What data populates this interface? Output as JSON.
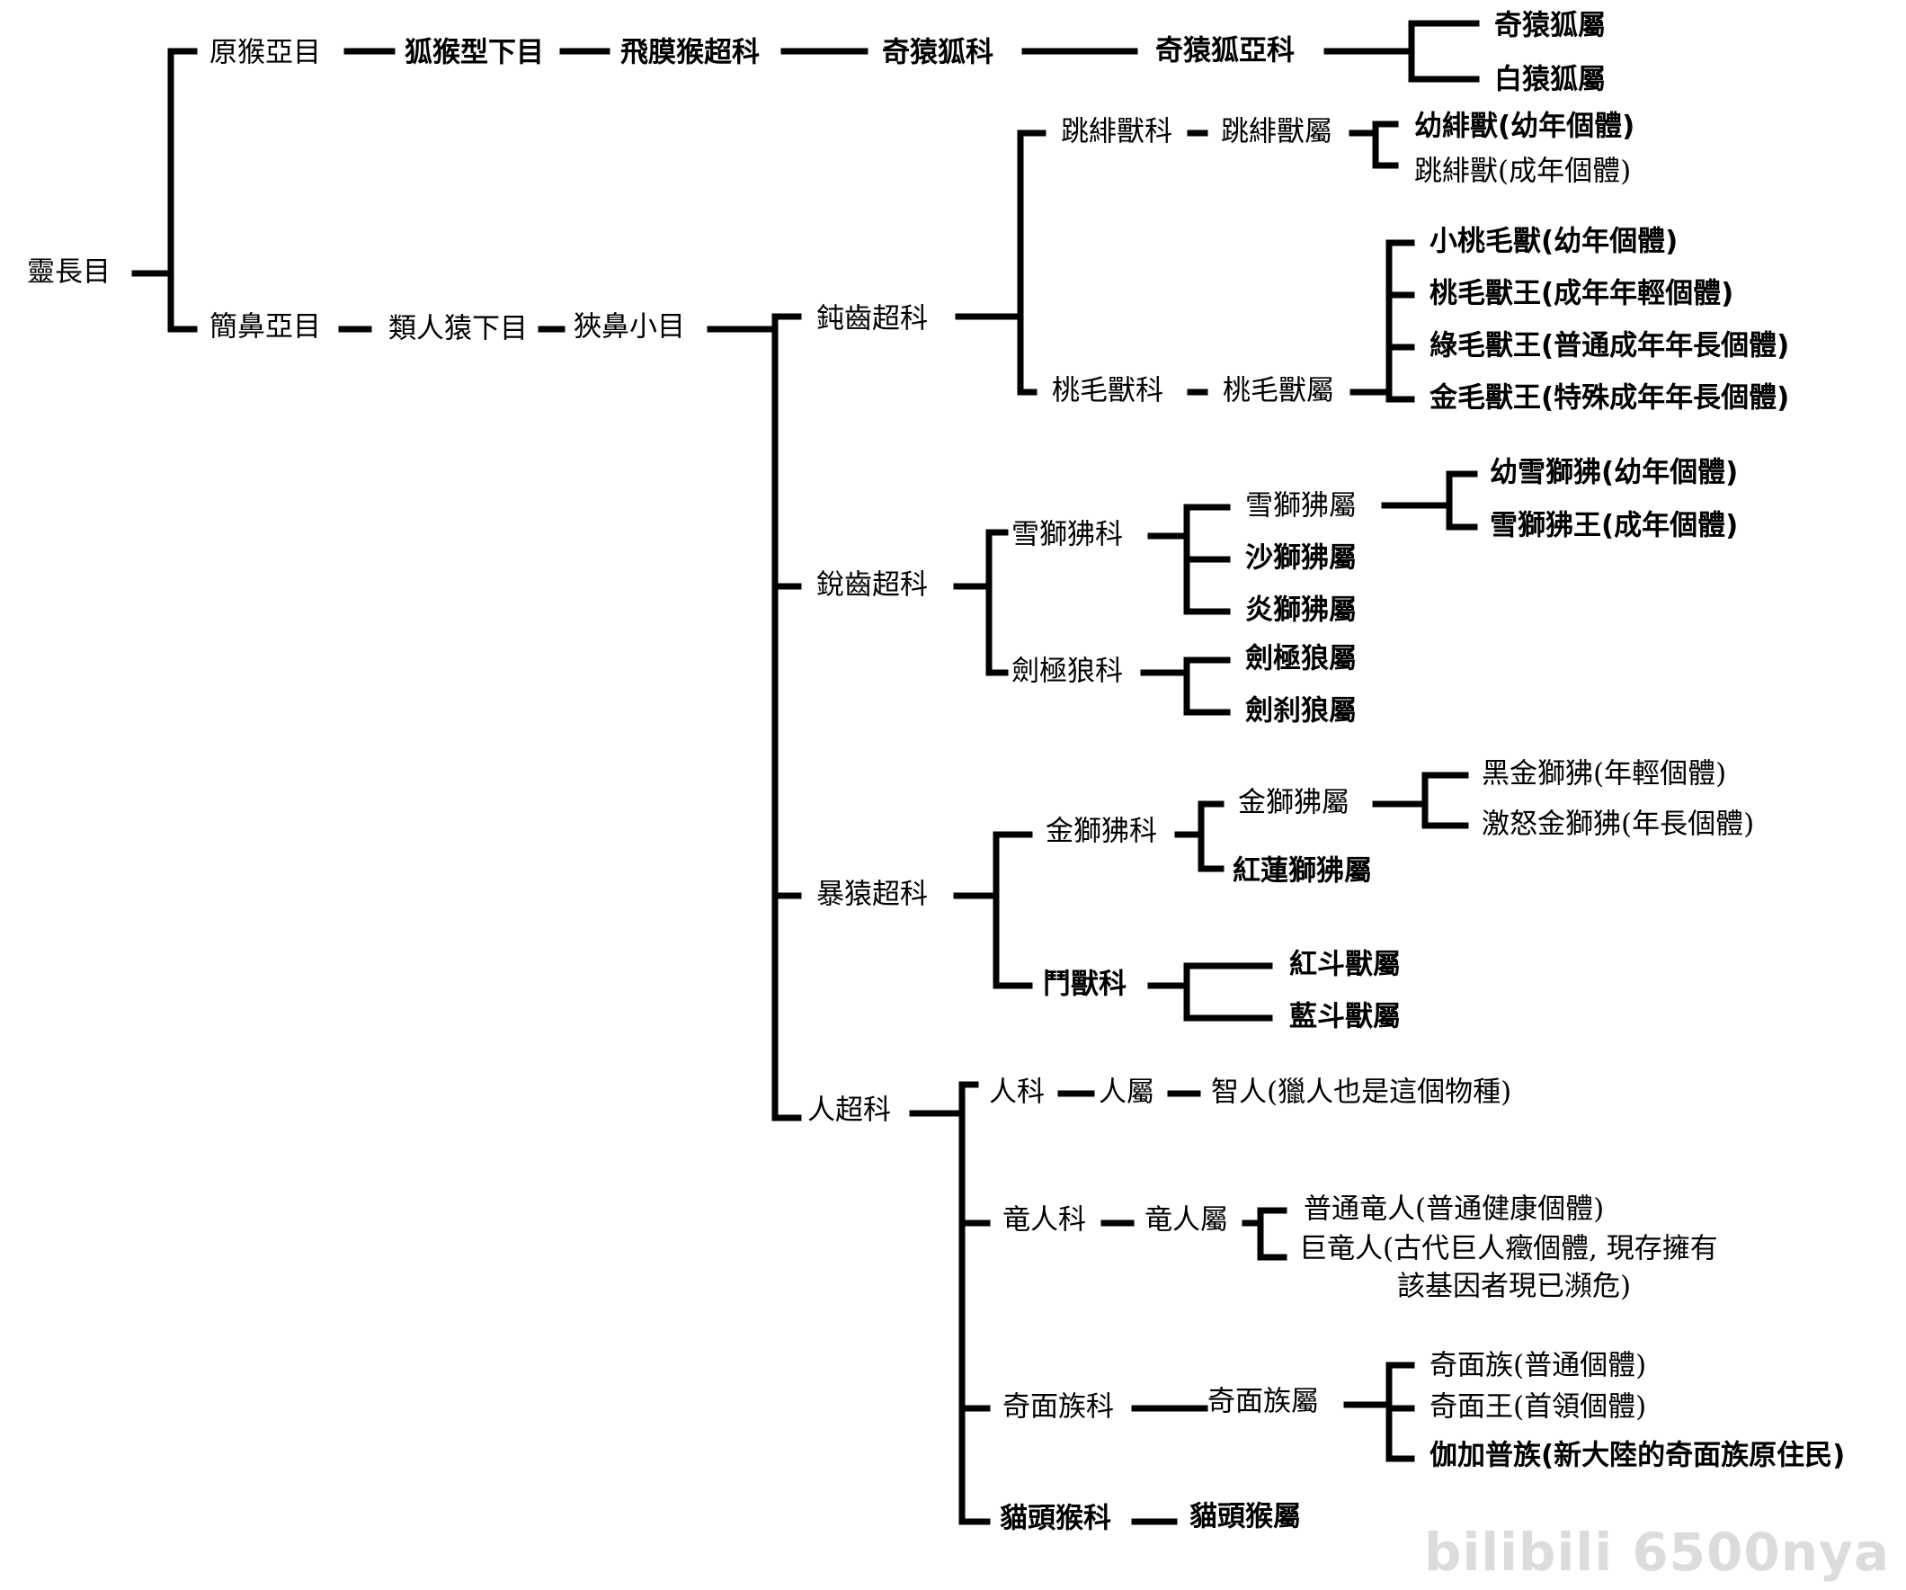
{
  "nodes": [
    {
      "id": "root",
      "label": "靈長目",
      "bold": false
    },
    {
      "id": "n_yuanhou",
      "label": "原猴亞目",
      "bold": false
    },
    {
      "id": "n_huhou",
      "label": "狐猴型下目",
      "bold": true
    },
    {
      "id": "n_feimo",
      "label": "飛膜猴超科",
      "bold": true
    },
    {
      "id": "n_qiyuanhu_ke",
      "label": "奇猿狐科",
      "bold": true
    },
    {
      "id": "n_qiyuanhu_yake",
      "label": "奇猿狐亞科",
      "bold": true
    },
    {
      "id": "n_qiyuanhu_shu",
      "label": "奇猿狐屬",
      "bold": true
    },
    {
      "id": "n_baiyuanhu_shu",
      "label": "白猿狐屬",
      "bold": true
    },
    {
      "id": "n_jianbi",
      "label": "簡鼻亞目",
      "bold": false
    },
    {
      "id": "n_leirenyuan",
      "label": "類人猿下目",
      "bold": false
    },
    {
      "id": "n_xiabi",
      "label": "狹鼻小目",
      "bold": false
    },
    {
      "id": "n_dunchi",
      "label": "鈍齒超科",
      "bold": false
    },
    {
      "id": "n_tiaofei_ke",
      "label": "跳緋獸科",
      "bold": false
    },
    {
      "id": "n_tiaofei_shu",
      "label": "跳緋獸屬",
      "bold": false
    },
    {
      "id": "n_youfei",
      "label": "幼緋獸(幼年個體)",
      "bold": true
    },
    {
      "id": "n_tiaofei_adult",
      "label": "跳緋獸(成年個體)",
      "bold": false
    },
    {
      "id": "n_taomao_ke",
      "label": "桃毛獸科",
      "bold": false
    },
    {
      "id": "n_taomao_shu",
      "label": "桃毛獸屬",
      "bold": false
    },
    {
      "id": "n_xiaotaomao",
      "label": "小桃毛獸(幼年個體)",
      "bold": true
    },
    {
      "id": "n_taomaowang",
      "label": "桃毛獸王(成年年輕個體)",
      "bold": true
    },
    {
      "id": "n_lvmaowang",
      "label": "綠毛獸王(普通成年年長個體)",
      "bold": true
    },
    {
      "id": "n_jinmaowang",
      "label": "金毛獸王(特殊成年年長個體)",
      "bold": true
    },
    {
      "id": "n_ruichi",
      "label": "銳齒超科",
      "bold": false
    },
    {
      "id": "n_xueshi_ke",
      "label": "雪獅狒科",
      "bold": false
    },
    {
      "id": "n_xueshi_shu",
      "label": "雪獅狒屬",
      "bold": false
    },
    {
      "id": "n_youxueshi",
      "label": "幼雪獅狒(幼年個體)",
      "bold": true
    },
    {
      "id": "n_xueshiwang",
      "label": "雪獅狒王(成年個體)",
      "bold": true
    },
    {
      "id": "n_shashi_shu",
      "label": "沙獅狒屬",
      "bold": true
    },
    {
      "id": "n_yanshi_shu",
      "label": "炎獅狒屬",
      "bold": true
    },
    {
      "id": "n_jianjilang_ke",
      "label": "劍極狼科",
      "bold": false
    },
    {
      "id": "n_jianjilang_shu",
      "label": "劍極狼屬",
      "bold": true
    },
    {
      "id": "n_jianshalang_shu",
      "label": "劍刹狼屬",
      "bold": true
    },
    {
      "id": "n_baoyuan",
      "label": "暴猿超科",
      "bold": false
    },
    {
      "id": "n_jinshi_ke",
      "label": "金獅狒科",
      "bold": false
    },
    {
      "id": "n_jinshi_shu",
      "label": "金獅狒屬",
      "bold": false
    },
    {
      "id": "n_heijinshi",
      "label": "黑金獅狒(年輕個體)",
      "bold": false
    },
    {
      "id": "n_jinujinshi",
      "label": "激怒金獅狒(年長個體)",
      "bold": false
    },
    {
      "id": "n_honglian_shu",
      "label": "紅蓮獅狒屬",
      "bold": true
    },
    {
      "id": "n_doushou_ke",
      "label": "鬥獸科",
      "bold": true
    },
    {
      "id": "n_hongdou_shu",
      "label": "紅斗獸屬",
      "bold": true
    },
    {
      "id": "n_landou_shu",
      "label": "藍斗獸屬",
      "bold": true
    },
    {
      "id": "n_renchao",
      "label": "人超科",
      "bold": false
    },
    {
      "id": "n_ren_ke",
      "label": "人科",
      "bold": false
    },
    {
      "id": "n_ren_shu",
      "label": "人屬",
      "bold": false
    },
    {
      "id": "n_zhiren",
      "label": "智人(獵人也是這個物種)",
      "bold": false
    },
    {
      "id": "n_longren_ke",
      "label": "竜人科",
      "bold": false
    },
    {
      "id": "n_longren_shu",
      "label": "竜人屬",
      "bold": false
    },
    {
      "id": "n_putonglongren",
      "label": "普通竜人(普通健康個體)",
      "bold": false
    },
    {
      "id": "n_julongren_1",
      "label": "巨竜人(古代巨人癥個體, 現存擁有",
      "bold": false
    },
    {
      "id": "n_julongren_2",
      "label": "該基因者現已瀕危)",
      "bold": false
    },
    {
      "id": "n_qimian_ke",
      "label": "奇面族科",
      "bold": false
    },
    {
      "id": "n_qimian_shu",
      "label": "奇面族屬",
      "bold": false
    },
    {
      "id": "n_qimianzu",
      "label": "奇面族(普通個體)",
      "bold": false
    },
    {
      "id": "n_qimianwang",
      "label": "奇面王(首領個體)",
      "bold": false
    },
    {
      "id": "n_jiajiapu",
      "label": "伽加普族(新大陸的奇面族原住民)",
      "bold": true
    },
    {
      "id": "n_maotou_ke",
      "label": "貓頭猴科",
      "bold": true
    },
    {
      "id": "n_maotou_shu",
      "label": "貓頭猴屬",
      "bold": true
    }
  ],
  "watermark": "bilibili 6500nya"
}
